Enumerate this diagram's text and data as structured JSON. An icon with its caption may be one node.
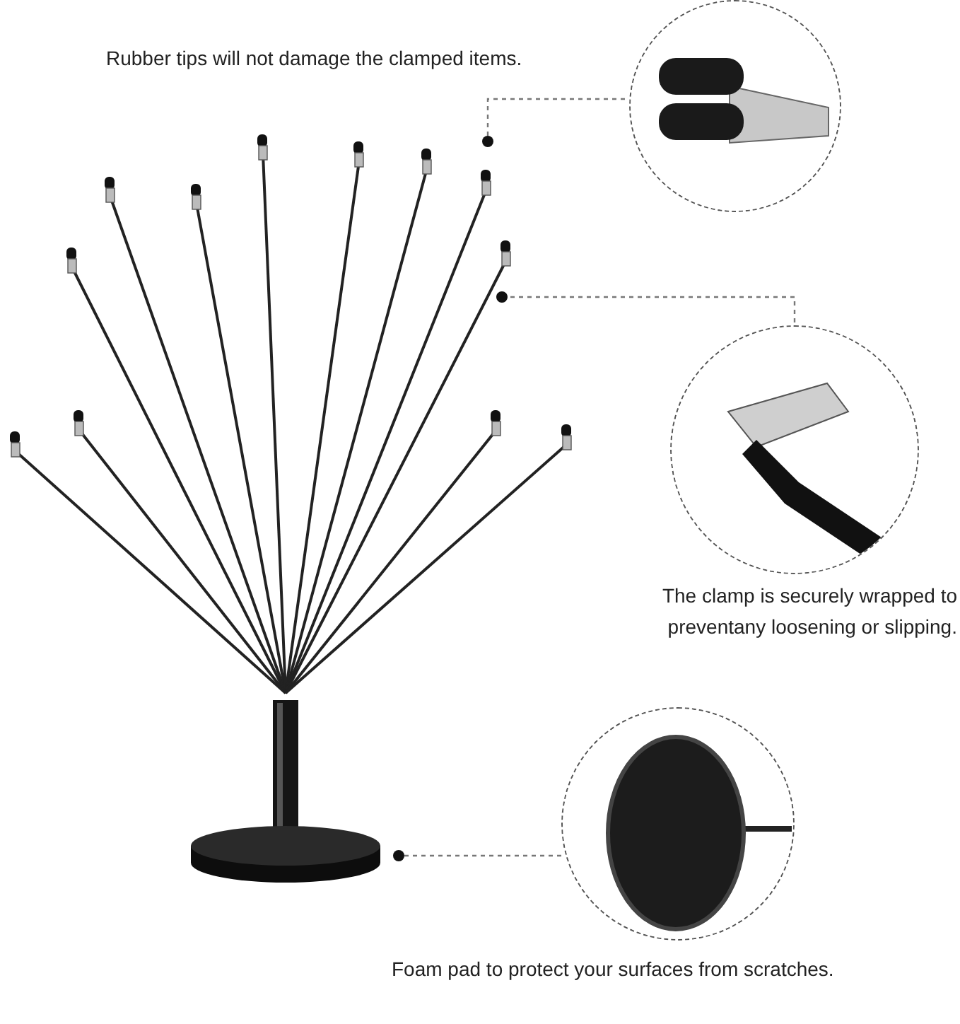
{
  "diagram": {
    "nodes": [
      {
        "text": [],
        "shape": "picture"
      },
      {
        "text": [],
        "shape": "circle",
        "in": 0
      },
      {
        "text": [],
        "shape": "circle",
        "in": 0
      },
      {
        "text": [],
        "shape": "circle",
        "in": 0
      },
      {
        "text": [],
        "shape": "picture"
      },
      {
        "text": [],
        "shape": "picture"
      },
      {
        "text": [],
        "shape": "picture"
      }
    ],
    "edges": [
      {
        "from": 1,
        "to": 4,
        "arrow": "none",
        "style": "dashed"
      },
      {
        "from": 2,
        "to": 5,
        "arrow": "none",
        "style": "dashed"
      },
      {
        "from": 3,
        "to": 6,
        "arrow": "none",
        "style": "dashed"
      }
    ],
    "labels": [
      "Rubber tips will not damage the clamped items.",
      "The clamp is securely wrapped to preventany loosening or slipping.",
      "Foam pad to protect your surfaces from scratches."
    ]
  }
}
